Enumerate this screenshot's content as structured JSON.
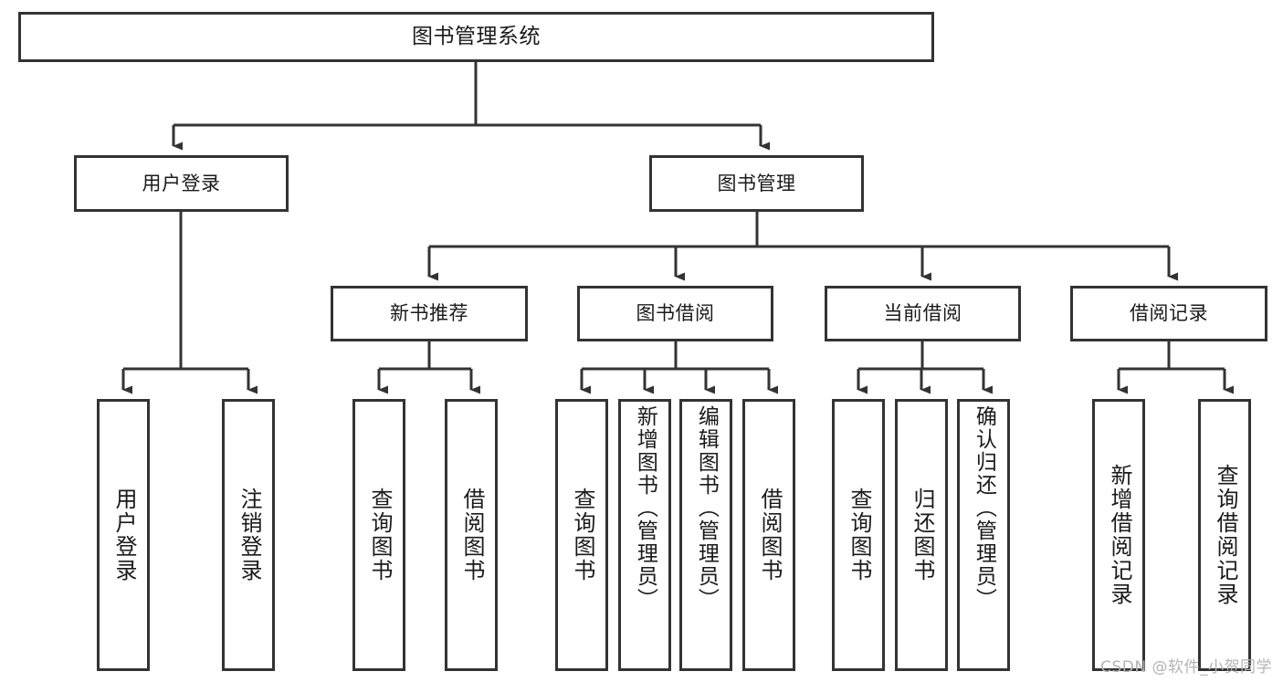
{
  "diagram": {
    "title": "图书管理系统",
    "type": "功能结构图",
    "root": {
      "label": "图书管理系统"
    },
    "level2": [
      {
        "id": "user-login",
        "label": "用户登录"
      },
      {
        "id": "book-manage",
        "label": "图书管理"
      }
    ],
    "level3": [
      {
        "id": "new-book-recommend",
        "label": "新书推荐"
      },
      {
        "id": "book-borrow",
        "label": "图书借阅"
      },
      {
        "id": "current-borrow",
        "label": "当前借阅"
      },
      {
        "id": "borrow-record",
        "label": "借阅记录"
      }
    ],
    "leaves": [
      {
        "id": "leaf-user-login",
        "label": "用户登录",
        "parent": "user-login"
      },
      {
        "id": "leaf-logout-login",
        "label": "注销登录",
        "parent": "user-login"
      },
      {
        "id": "leaf-query-book-1",
        "label": "查询图书",
        "parent": "new-book-recommend"
      },
      {
        "id": "leaf-borrow-book-1",
        "label": "借阅图书",
        "parent": "new-book-recommend"
      },
      {
        "id": "leaf-query-book-2",
        "label": "查询图书",
        "parent": "book-borrow"
      },
      {
        "id": "leaf-add-book",
        "label": "新增图书（管理员）",
        "parent": "book-borrow"
      },
      {
        "id": "leaf-edit-book",
        "label": "编辑图书（管理员）",
        "parent": "book-borrow"
      },
      {
        "id": "leaf-borrow-book-2",
        "label": "借阅图书",
        "parent": "book-borrow"
      },
      {
        "id": "leaf-query-book-3",
        "label": "查询图书",
        "parent": "current-borrow"
      },
      {
        "id": "leaf-return-book",
        "label": "归还图书",
        "parent": "current-borrow"
      },
      {
        "id": "leaf-confirm-return",
        "label": "确认归还（管理员）",
        "parent": "current-borrow"
      },
      {
        "id": "leaf-add-record",
        "label": "新增借阅记录",
        "parent": "borrow-record"
      },
      {
        "id": "leaf-query-record",
        "label": "查询借阅记录",
        "parent": "borrow-record"
      }
    ],
    "colors": {
      "box_border": "#333333",
      "box_fill": "#ffffff",
      "connector": "#333333",
      "text": "#1a1a1a",
      "watermark": "#b4b4b4",
      "background": "#ffffff"
    }
  },
  "watermark": {
    "text": "CSDN @软件_小贺同学"
  }
}
